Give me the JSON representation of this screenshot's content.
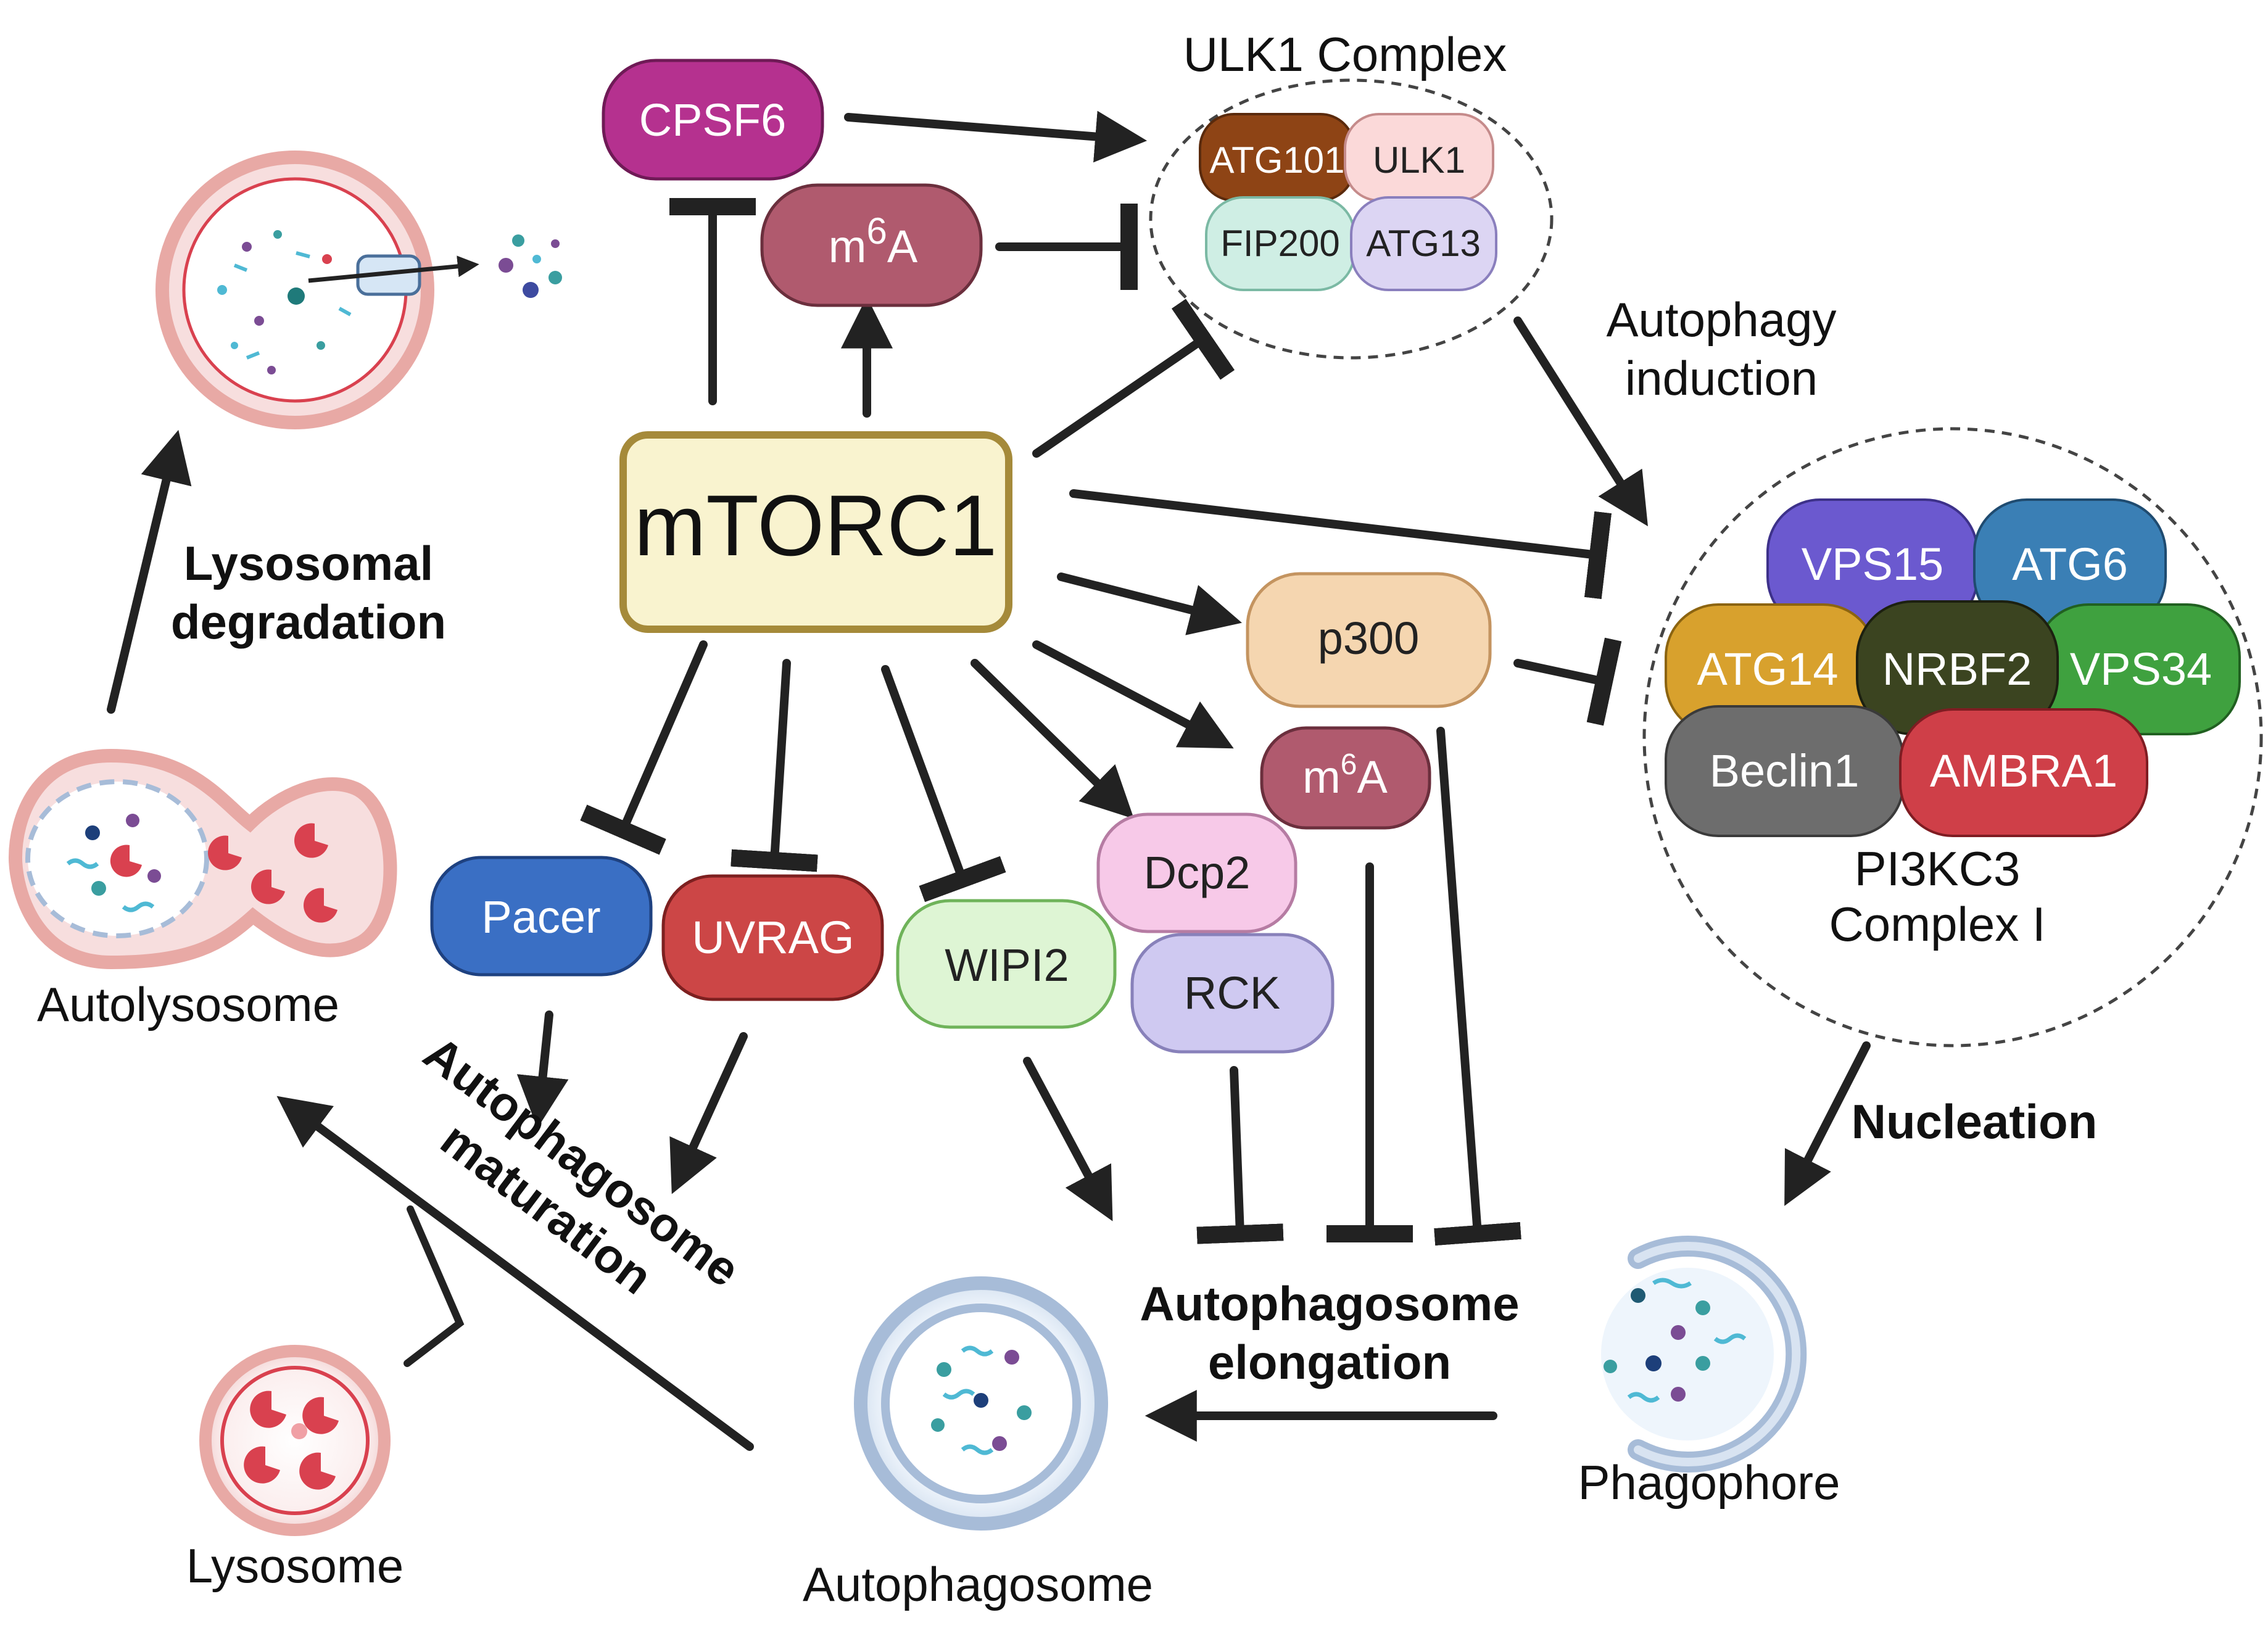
{
  "title": "",
  "nodes": {
    "mtorc1": "mTORC1",
    "cpsf6": "CPSF6",
    "m6a_top": {
      "base": "m",
      "sup": "6",
      "rest": "A"
    },
    "m6a_mid": {
      "base": "m",
      "sup": "6",
      "rest": "A"
    },
    "p300": "p300",
    "dcp2": "Dcp2",
    "rck": "RCK",
    "pacer": "Pacer",
    "uvrag": "UVRAG",
    "wipi2": "WIPI2"
  },
  "ulk1_complex": {
    "label": "ULK1 Complex",
    "members": [
      "ATG101",
      "ULK1",
      "FIP200",
      "ATG13"
    ]
  },
  "pi3kc3_complex": {
    "label_line1": "PI3KC3",
    "label_line2": "Complex I",
    "members": [
      "VPS15",
      "ATG6",
      "ATG14",
      "NRBF2",
      "VPS34",
      "Beclin1",
      "AMBRA1"
    ]
  },
  "stages": {
    "autophagy_induction_line1": "Autophagy",
    "autophagy_induction_line2": "induction",
    "nucleation": "Nucleation",
    "elongation_line1": "Autophagosome",
    "elongation_line2": "elongation",
    "maturation_line1": "Autophagosome",
    "maturation_line2": "maturation",
    "lysosomal_line1": "Lysosomal",
    "lysosomal_line2": "degradation"
  },
  "structures": {
    "phagophore": "Phagophore",
    "autophagosome": "Autophagosome",
    "lysosome": "Lysosome",
    "autolysosome": "Autolysosome"
  },
  "colors": {
    "mtorc1_fill": "#f9f3cf",
    "mtorc1_stroke": "#a58a3a",
    "cpsf6": "#b5318f",
    "m6a": "#b05a6e",
    "p300": "#f5d6b0",
    "dcp2": "#f7c9e8",
    "rck": "#cfc9f1",
    "pacer": "#3a6fc4",
    "uvrag": "#cc4646",
    "wipi2": "#def5d4",
    "atg101": "#8e4415",
    "ulk1": "#fbd9d9",
    "fip200": "#cfeee4",
    "atg13": "#dcd5f3",
    "vps15": "#6b59cf",
    "atg6": "#3a7fb5",
    "atg14": "#d8a12d",
    "nrbf2": "#3b4420",
    "vps34": "#3fa13f",
    "beclin1": "#6d6d6d",
    "ambra1": "#cf3f48",
    "lysosome_red": "#d9414f",
    "membrane_pink": "#e8a9a5",
    "membrane_blue": "#a7bcd8"
  }
}
